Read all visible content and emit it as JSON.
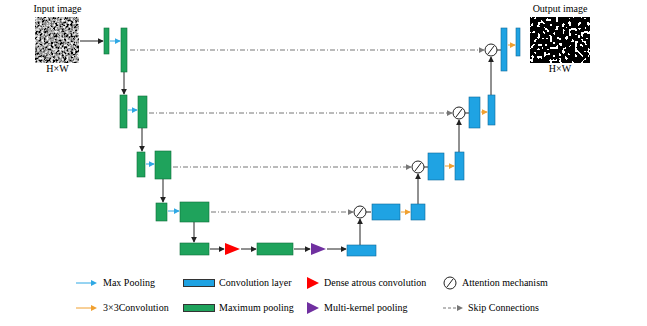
{
  "diagram": {
    "nodes": [
      {
        "text": [
          "Input image",
          "H×W"
        ]
      },
      {
        "text": [
          "Output image",
          "H×W"
        ]
      }
    ],
    "legend": [
      {
        "text": "Max Pooling"
      },
      {
        "text": "Convolution layer",
        "color": "#1fa3e3"
      },
      {
        "text": "Dense atrous convolution"
      },
      {
        "text": "Attention mechanism"
      },
      {
        "text": "3×3Convolution"
      },
      {
        "text": "Maximum pooling",
        "color": "#1fa35c"
      },
      {
        "text": "Multi-kernel pooling"
      },
      {
        "text": "Skip Connections"
      }
    ]
  }
}
